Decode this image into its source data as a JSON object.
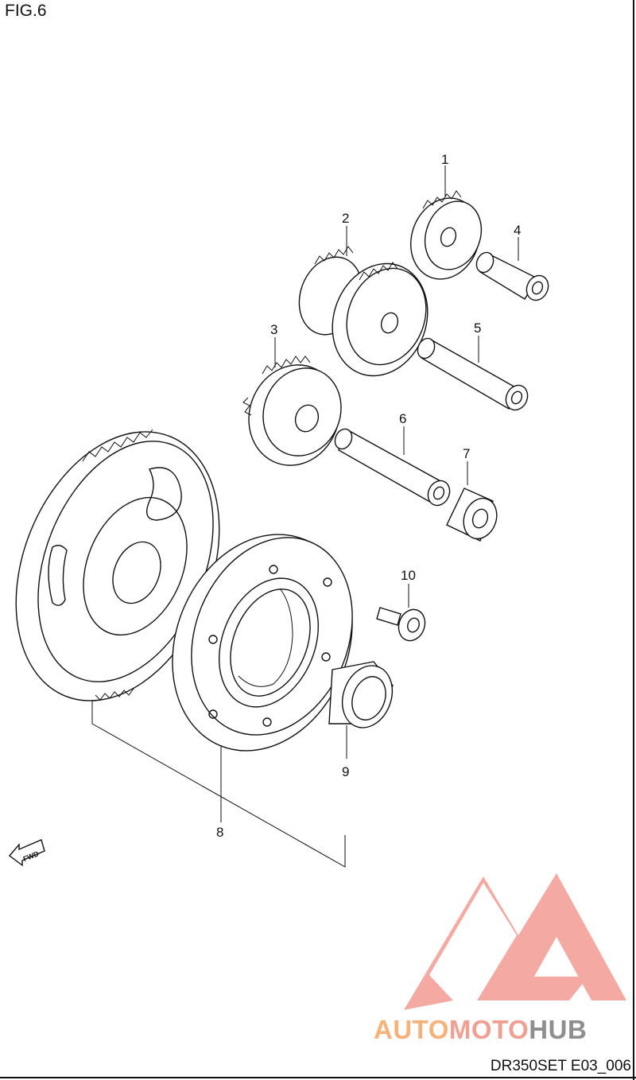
{
  "figure": {
    "title": "FIG.6",
    "drawing_code": "DR350SET E03_006"
  },
  "callouts": [
    "1",
    "2",
    "3",
    "4",
    "5",
    "6",
    "7",
    "8",
    "9",
    "10"
  ],
  "fwd_label": "FWD",
  "watermark": {
    "part1": "AUTO",
    "part2": "MOTO",
    "part3": "HUB"
  },
  "colors": {
    "logo_red": "#f39a93",
    "logo_orange": "#f7b27a",
    "logo_gray": "#8f8f8f",
    "line": "#111111"
  }
}
